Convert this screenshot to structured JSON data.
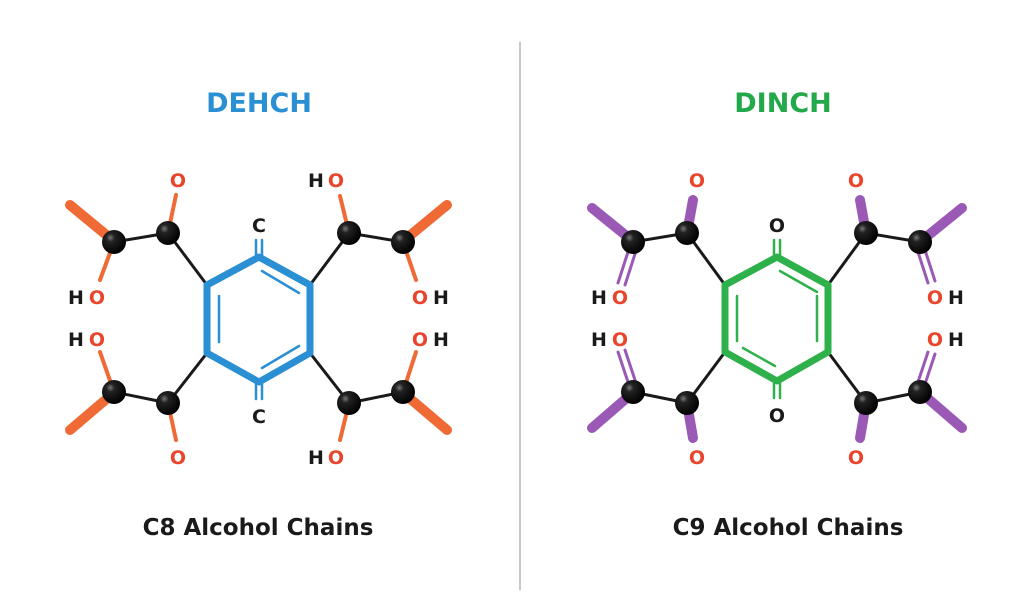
{
  "panels": {
    "left": {
      "title": "DEHCH",
      "title_color": "#2b8fd4",
      "caption": "C8 Alcohol Chains",
      "ring_color": "#2b8fd4",
      "chain_color": "#f06a35",
      "ring_top_label": "C",
      "ring_bottom_label": "C",
      "labels": {
        "top_left_o": "O",
        "top_right_h": "H",
        "top_right_o": "O",
        "mid_left_upper_h": "H",
        "mid_left_upper_o": "O",
        "mid_right_upper_o": "O",
        "mid_right_upper_h": "H",
        "mid_left_lower_h": "H",
        "mid_left_lower_o": "O",
        "mid_right_lower_o": "O",
        "mid_right_lower_h": "H",
        "bottom_left_o": "O",
        "bottom_right_h": "H",
        "bottom_right_o": "O"
      }
    },
    "right": {
      "title": "DINCH",
      "title_color": "#23a84a",
      "caption": "C9 Alcohol Chains",
      "ring_color": "#2eb04a",
      "chain_color": "#9b59b6",
      "ring_top_label": "O",
      "ring_bottom_label": "O",
      "labels": {
        "top_left_o": "O",
        "top_right_o": "O",
        "mid_left_upper_h": "H",
        "mid_left_upper_o": "O",
        "mid_right_upper_o": "O",
        "mid_right_upper_h": "H",
        "mid_left_lower_h": "H",
        "mid_left_lower_o": "O",
        "mid_right_lower_o": "O",
        "mid_right_lower_h": "H",
        "bottom_left_o": "O",
        "bottom_right_o": "O"
      }
    }
  },
  "colors": {
    "oxygen": "#e8452c",
    "atom": "#111111",
    "bond": "#1a1a1a",
    "divider": "#c8c8c8"
  }
}
